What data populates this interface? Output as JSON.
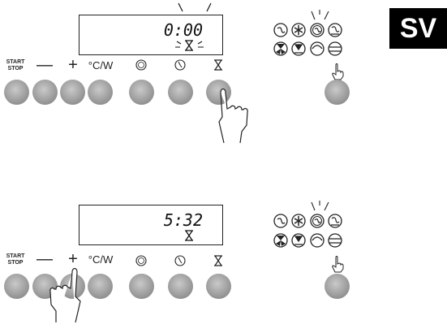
{
  "panels": [
    {
      "display_time": "0:00",
      "buttons": {
        "start_stop": [
          "START",
          "STOP"
        ],
        "minus": "—",
        "plus": "+",
        "temp_power": "°C/W"
      },
      "icons": [
        "clock-icon",
        "timer-end-icon",
        "hourglass-icon"
      ],
      "selected_mode": "fan-heat-mode",
      "pressed_button": "hourglass-button",
      "hourglass_blinking": true,
      "time_blinking": true
    },
    {
      "display_time": "5:32",
      "buttons": {
        "start_stop": [
          "START",
          "STOP"
        ],
        "minus": "—",
        "plus": "+",
        "temp_power": "°C/W"
      },
      "icons": [
        "clock-icon",
        "timer-end-icon",
        "hourglass-icon"
      ],
      "selected_mode": "fan-heat-mode",
      "pressed_button": "plus-button",
      "hourglass_blinking": false,
      "time_blinking": false
    }
  ],
  "language_badge": "SV",
  "colors": {
    "button": "#9a9a9a",
    "badge_bg": "#000000",
    "line": "#222222"
  }
}
